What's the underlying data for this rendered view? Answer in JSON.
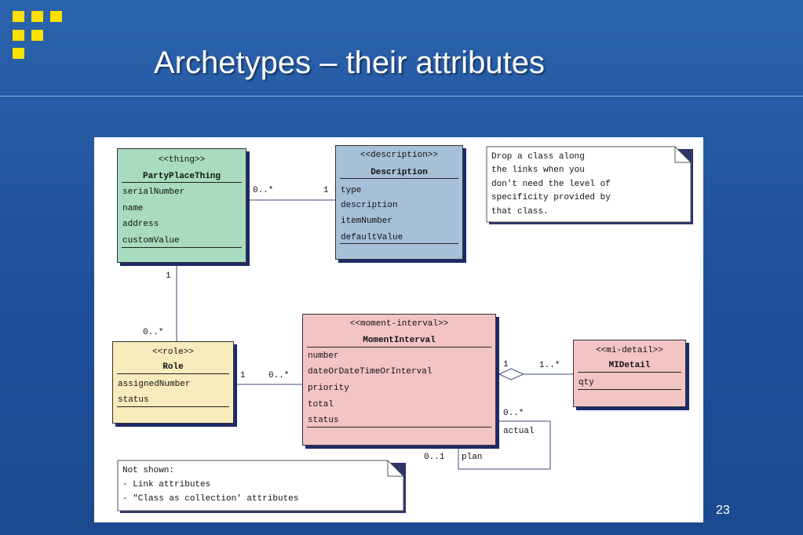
{
  "slide": {
    "title": "Archetypes – their attributes",
    "page_number": "23",
    "bullet_color": "#ffe100"
  },
  "classes": {
    "party": {
      "stereotype": "<<thing>>",
      "name": "PartyPlaceThing",
      "attributes": [
        "serialNumber",
        "name",
        "address",
        "customValue"
      ],
      "color": "#a8dbbf"
    },
    "description": {
      "stereotype": "<<description>>",
      "name": "Description",
      "attributes": [
        "type",
        "description",
        "itemNumber",
        "defaultValue"
      ],
      "color": "#a6c0d8"
    },
    "role": {
      "stereotype": "<<role>>",
      "name": "Role",
      "attributes": [
        "assignedNumber",
        "status"
      ],
      "color": "#f8ebbc"
    },
    "moment": {
      "stereotype": "<<moment-interval>>",
      "name": "MomentInterval",
      "attributes": [
        "number",
        "dateOrDateTimeOrInterval",
        "priority",
        "total",
        "status"
      ],
      "color": "#f3c4c4"
    },
    "midetail": {
      "stereotype": "<<mi-detail>>",
      "name": "MIDetail",
      "attributes": [
        "qty"
      ],
      "color": "#f3c4c4"
    }
  },
  "notes": {
    "drop": [
      "Drop a class along",
      "the links when you",
      "don't need the level of",
      "specificity provided by",
      "that class."
    ],
    "not_shown": [
      "Not shown:",
      "- Link attributes",
      "- \"Class as collection' attributes"
    ]
  },
  "multiplicities": {
    "party_desc_left": "0..*",
    "party_desc_right": "1",
    "party_role_top": "1",
    "party_role_bottom": "0..*",
    "role_moment_left": "1",
    "role_moment_right": "0..*",
    "moment_detail_left": "1",
    "moment_detail_right": "1..*",
    "self_top": "0..*",
    "self_actual": "actual",
    "self_bottom": "0..1",
    "self_plan": "plan"
  }
}
